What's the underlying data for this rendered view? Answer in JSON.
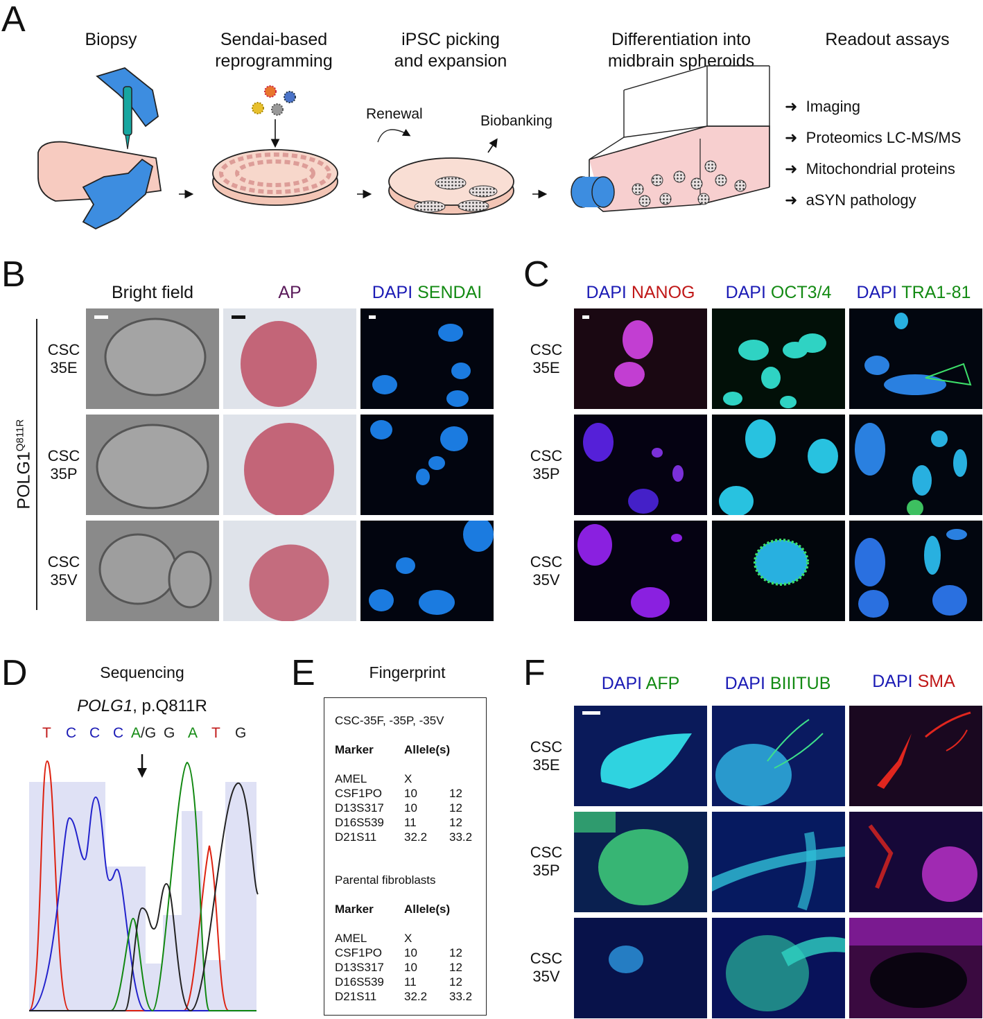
{
  "panel_letters": {
    "a": "A",
    "b": "B",
    "c": "C",
    "d": "D",
    "e": "E",
    "f": "F"
  },
  "panel_a": {
    "steps": [
      {
        "line1": "Biopsy",
        "line2": ""
      },
      {
        "line1": "Sendai-based",
        "line2": "reprogramming"
      },
      {
        "line1": "iPSC picking",
        "line2": "and expansion"
      },
      {
        "line1": "Differentiation into",
        "line2": "midbrain spheroids"
      },
      {
        "line1": "Readout assays",
        "line2": ""
      }
    ],
    "renewal": "Renewal",
    "biobanking": "Biobanking",
    "readouts": [
      "Imaging",
      "Proteomics LC-MS/MS",
      "Mitochondrial proteins",
      "aSYN pathology"
    ]
  },
  "panel_b": {
    "col_bright": "Bright field",
    "col_ap": "AP",
    "col_dapi": "DAPI",
    "col_sendai": "SENDAI",
    "genotype": "POLG1",
    "genotype_sup": "Q811R",
    "rows": [
      {
        "line1": "CSC",
        "line2": "35E"
      },
      {
        "line1": "CSC",
        "line2": "35P"
      },
      {
        "line1": "CSC",
        "line2": "35V"
      }
    ]
  },
  "panel_c": {
    "cols": [
      {
        "dapi": "DAPI",
        "marker": "NANOG",
        "color": "#c01818"
      },
      {
        "dapi": "DAPI",
        "marker": "OCT3/4",
        "color": "#138a13"
      },
      {
        "dapi": "DAPI",
        "marker": "TRA1-81",
        "color": "#138a13"
      }
    ],
    "rows": [
      {
        "line1": "CSC",
        "line2": "35E"
      },
      {
        "line1": "CSC",
        "line2": "35P"
      },
      {
        "line1": "CSC",
        "line2": "35V"
      }
    ]
  },
  "panel_d": {
    "title": "Sequencing",
    "gene": "POLG1",
    "mutation": ", p.Q811R",
    "bases": [
      {
        "t": "T",
        "c": "#c01818"
      },
      {
        "t": "C",
        "c": "#1b1bb5"
      },
      {
        "t": "C",
        "c": "#1b1bb5"
      },
      {
        "t": "C",
        "c": "#1b1bb5"
      },
      {
        "t": "A",
        "c": "#138a13"
      },
      {
        "t": "/G",
        "c": "#222222"
      },
      {
        "t": "G",
        "c": "#222222"
      },
      {
        "t": "A",
        "c": "#138a13"
      },
      {
        "t": "T",
        "c": "#c01818"
      },
      {
        "t": "G",
        "c": "#222222"
      }
    ]
  },
  "panel_e": {
    "title": "Fingerprint",
    "group1": {
      "header": "CSC-35F, -35P, -35V",
      "col_marker": "Marker",
      "col_allele": "Allele(s)",
      "rows": [
        {
          "m": "AMEL",
          "a1": "X",
          "a2": ""
        },
        {
          "m": "CSF1PO",
          "a1": "10",
          "a2": "12"
        },
        {
          "m": "D13S317",
          "a1": "10",
          "a2": "12"
        },
        {
          "m": "D16S539",
          "a1": "11",
          "a2": "12"
        },
        {
          "m": "D21S11",
          "a1": "32.2",
          "a2": "33.2"
        }
      ]
    },
    "group2": {
      "header": "Parental fibroblasts",
      "col_marker": "Marker",
      "col_allele": "Allele(s)",
      "rows": [
        {
          "m": "AMEL",
          "a1": "X",
          "a2": ""
        },
        {
          "m": "CSF1PO",
          "a1": "10",
          "a2": "12"
        },
        {
          "m": "D13S317",
          "a1": "10",
          "a2": "12"
        },
        {
          "m": "D16S539",
          "a1": "11",
          "a2": "12"
        },
        {
          "m": "D21S11",
          "a1": "32.2",
          "a2": "33.2"
        }
      ]
    }
  },
  "panel_f": {
    "cols": [
      {
        "dapi": "DAPI",
        "marker": "AFP",
        "color": "#138a13"
      },
      {
        "dapi": "DAPI",
        "marker": "BIIITUB",
        "color": "#138a13"
      },
      {
        "dapi": "DAPI",
        "marker": "SMA",
        "color": "#c01818"
      }
    ],
    "rows": [
      {
        "line1": "CSC",
        "line2": "35E"
      },
      {
        "line1": "CSC",
        "line2": "35P"
      },
      {
        "line1": "CSC",
        "line2": "35V"
      }
    ]
  }
}
